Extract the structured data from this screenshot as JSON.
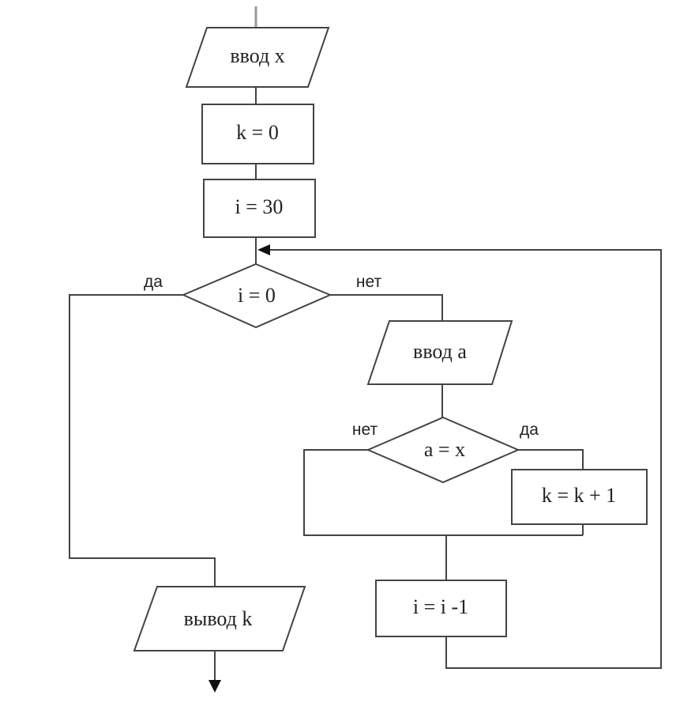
{
  "nodes": {
    "input_x": "ввод x",
    "init_k": "k = 0",
    "init_i": "i = 30",
    "cond_i": "i = 0",
    "input_a": "ввод a",
    "cond_a": "a = x",
    "inc_k": "k = k + 1",
    "dec_i": "i = i -1",
    "output_k": "вывод k"
  },
  "branches": {
    "cond_i_yes": "да",
    "cond_i_no": "нет",
    "cond_a_no": "нет",
    "cond_a_yes": "да"
  }
}
